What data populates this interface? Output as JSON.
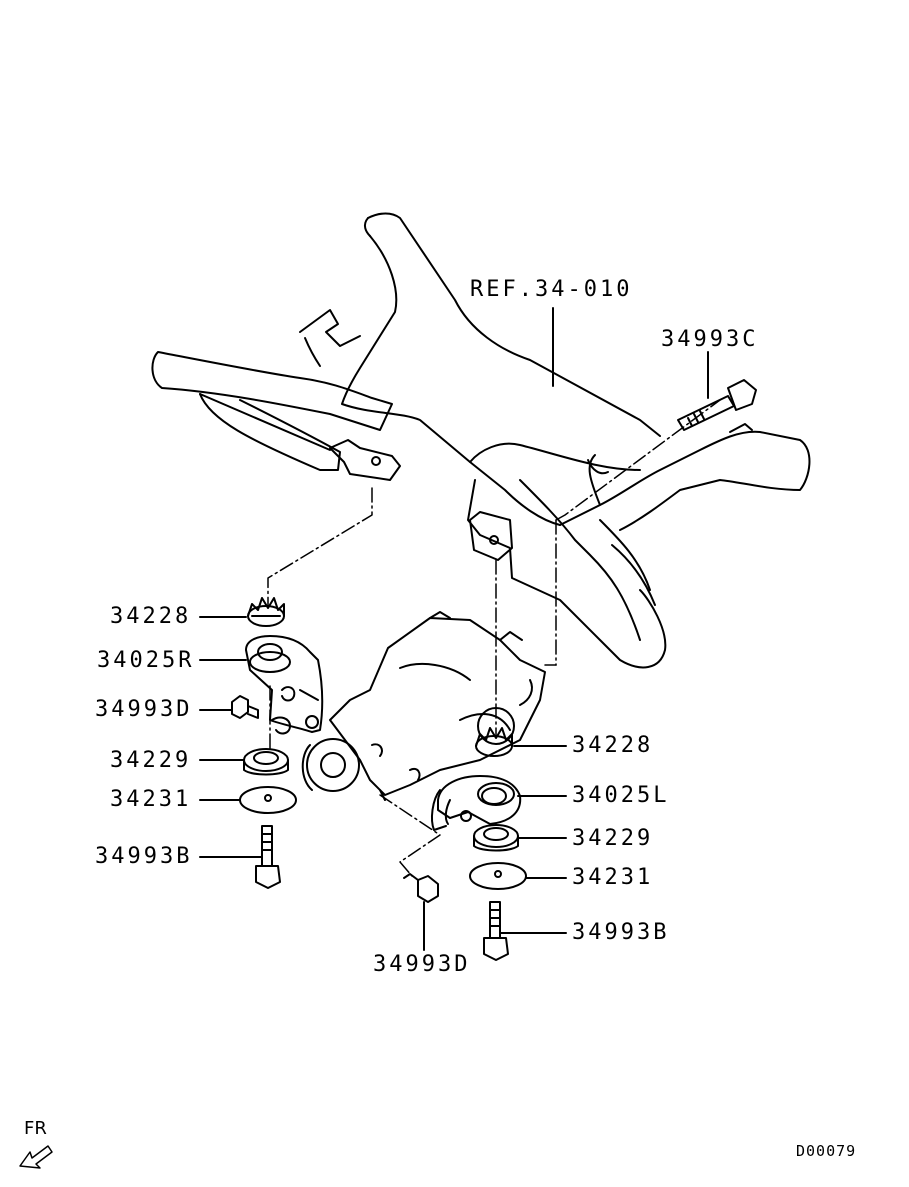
{
  "labels": {
    "ref": "REF.34-010",
    "p34993C": "34993C",
    "p34228_left": "34228",
    "p34025R": "34025R",
    "p34993D_left": "34993D",
    "p34229_left": "34229",
    "p34231_left": "34231",
    "p34993B_left": "34993B",
    "p34228_right": "34228",
    "p34025L": "34025L",
    "p34229_right": "34229",
    "p34231_right": "34231",
    "p34993B_right": "34993B",
    "p34993D_bottom": "34993D"
  },
  "direction_indicator": "FR",
  "drawing_code": "D00079"
}
